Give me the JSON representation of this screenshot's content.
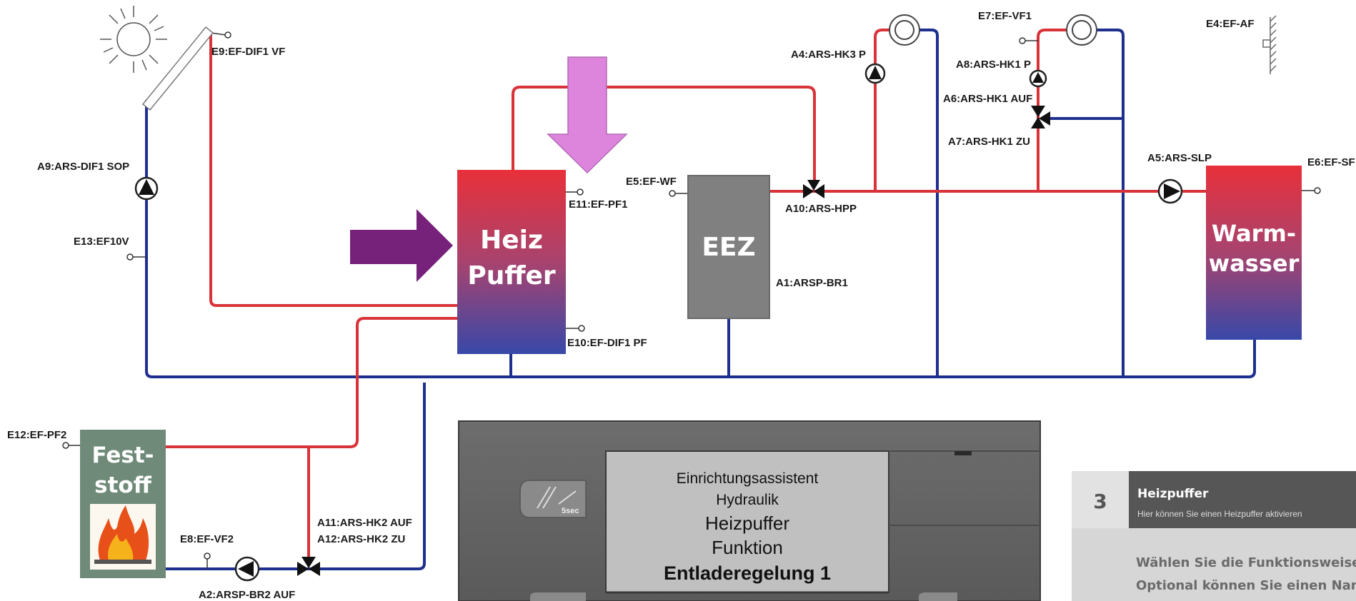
{
  "tanks": {
    "heizpuffer": {
      "line1": "Heiz",
      "line2": "Puffer"
    },
    "eez": {
      "label": "EEZ"
    },
    "warmwasser": {
      "line1": "Warm-",
      "line2": "wasser"
    },
    "feststoff": {
      "line1": "Fest-",
      "line2": "stoff"
    }
  },
  "labels": {
    "e9": "E9:EF-DIF1 VF",
    "a9": "A9:ARS-DIF1 SOP",
    "e13": "E13:EF10V",
    "e11": "E11:EF-PF1",
    "e10": "E10:EF-DIF1 PF",
    "e5": "E5:EF-WF",
    "a10": "A10:ARS-HPP",
    "a1": "A1:ARSP-BR1",
    "a4": "A4:ARS-HK3 P",
    "e7": "E7:EF-VF1",
    "a8": "A8:ARS-HK1 P",
    "a6": "A6:ARS-HK1 AUF",
    "a7": "A7:ARS-HK1 ZU",
    "e4": "E4:EF-AF",
    "a5": "A5:ARS-SLP",
    "e6": "E6:EF-SF",
    "e12": "E12:EF-PF2",
    "e8": "E8:EF-VF2",
    "a11": "A11:ARS-HK2 AUF",
    "a12": "A12:ARS-HK2 ZU",
    "a2": "A2:ARSP-BR2 AUF"
  },
  "controller": {
    "button_text": "5sec",
    "line1": "Einrichtungsassistent",
    "line2": "Hydraulik",
    "line3": "Heizpuffer",
    "line4": "Funktion",
    "line5": "Entladeregelung 1"
  },
  "wizard_panel": {
    "step": "3",
    "title": "Heizpuffer",
    "subtitle": "Hier können Sie einen Heizpuffer aktivieren",
    "text1": "Wählen Sie die Funktionsweise",
    "text2": "Optional können Sie einen Nam"
  },
  "colors": {
    "hot_pipe": "#d9333a",
    "cold_pipe": "#1f2f8f",
    "tank_top": "#e8303a",
    "tank_bottom": "#3848a8",
    "arrow_pink": "#dd84dd",
    "arrow_purple": "#76217a",
    "eez_grey": "#808080",
    "feststoff_green": "#6f8a78"
  }
}
